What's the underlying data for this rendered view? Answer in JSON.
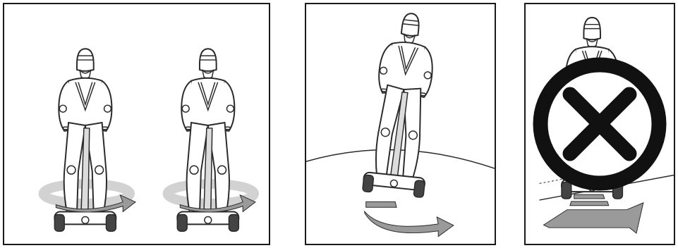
{
  "panels": [
    {
      "id": "turn-in-place",
      "figures": 2,
      "motion": "rotate"
    },
    {
      "id": "turn-while-riding",
      "figures": 1,
      "motion": "curve"
    },
    {
      "id": "slope-sideways-prohibited",
      "figures": 1,
      "motion": "slope",
      "badge": "prohibited-icon"
    }
  ],
  "colors": {
    "outline": "#2a2a2a",
    "arrow_fill": "#9a9a9a",
    "arrow_light": "#d2d2d2",
    "body_fill": "#ffffff"
  }
}
